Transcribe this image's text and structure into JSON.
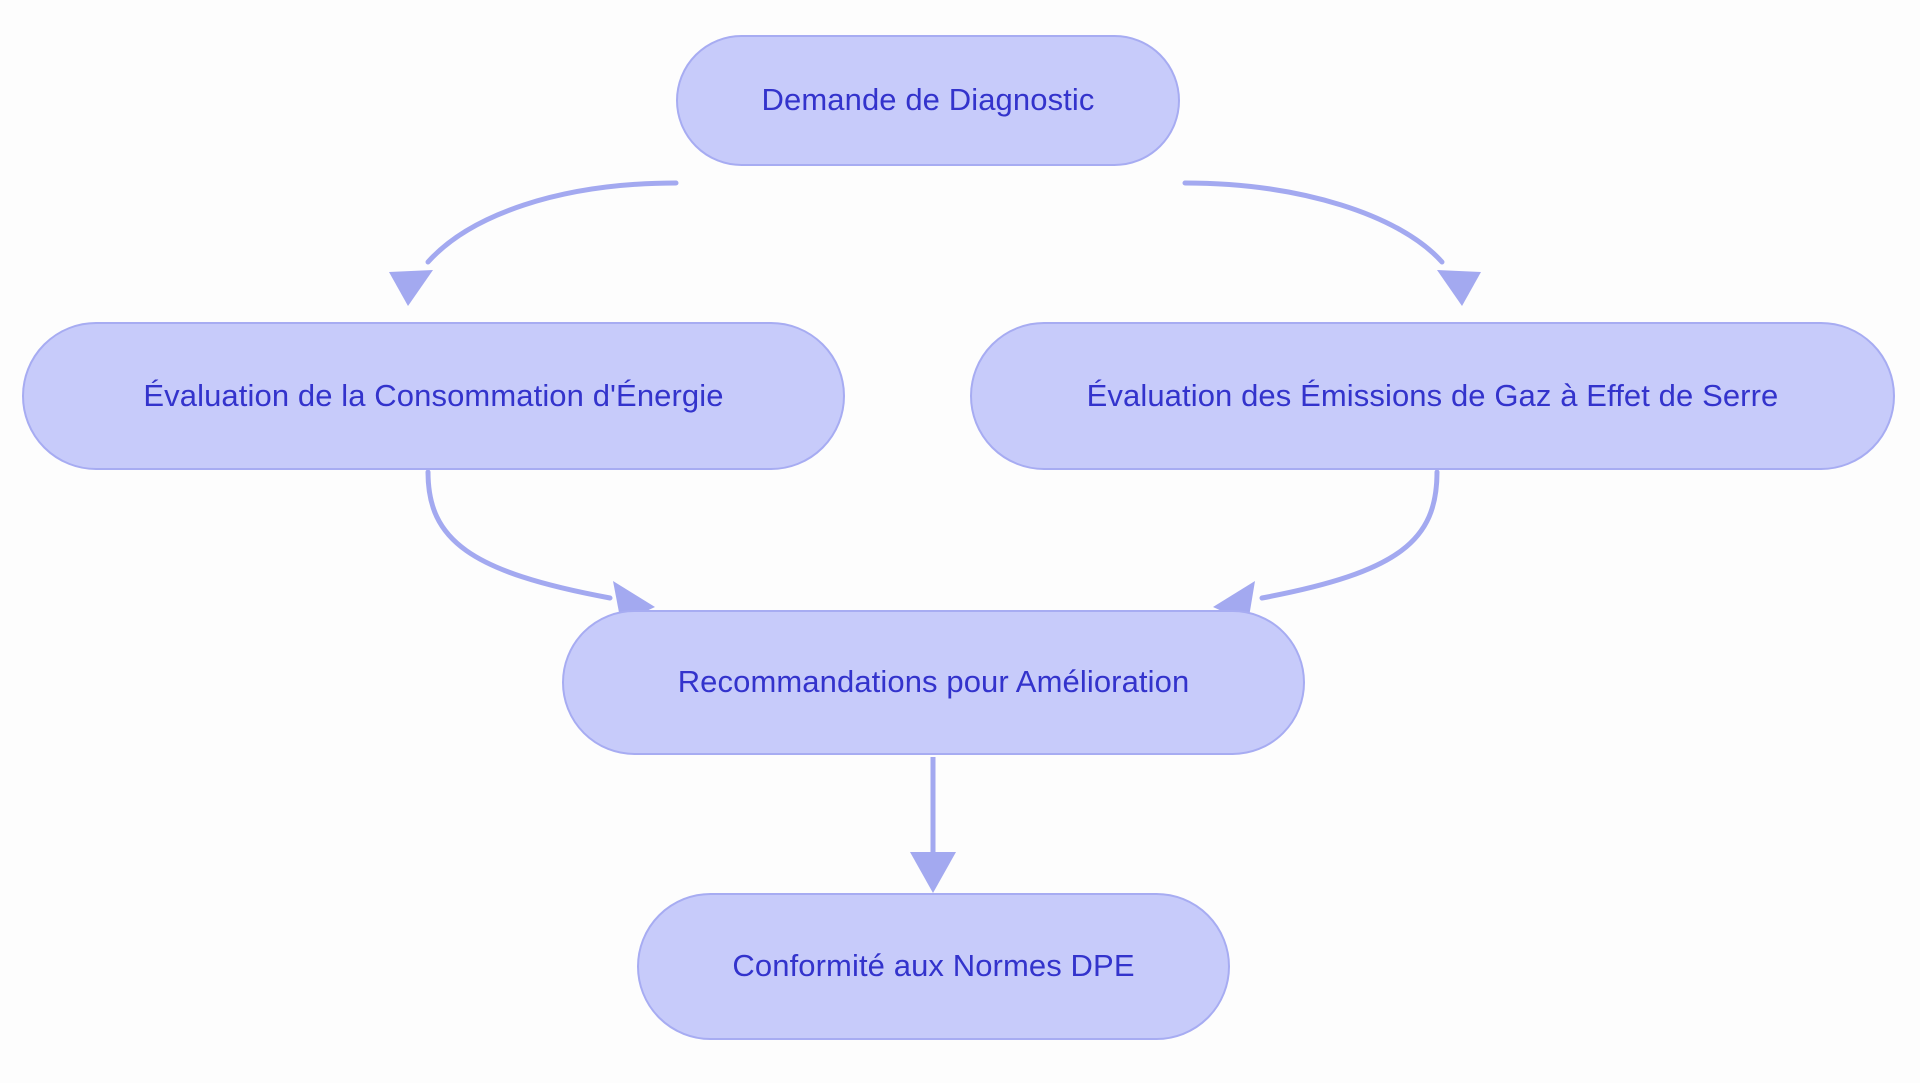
{
  "diagram": {
    "type": "flowchart",
    "title": "",
    "direction": "top-to-bottom",
    "theme": {
      "background": "#fdfdfd",
      "node_fill": "#c7cbfa",
      "node_border": "#a7acf2",
      "node_text": "#3333cc",
      "edge_color": "#a3a9f0"
    },
    "nodes": [
      {
        "id": "request",
        "label": "Demande de Diagnostic"
      },
      {
        "id": "energy",
        "label": "Évaluation de la Consommation d'Énergie"
      },
      {
        "id": "emissions",
        "label": "Évaluation des Émissions de Gaz à Effet de Serre"
      },
      {
        "id": "recommend",
        "label": "Recommandations pour Amélioration"
      },
      {
        "id": "compliance",
        "label": "Conformité aux Normes DPE"
      }
    ],
    "edges": [
      {
        "id": "e1",
        "from": "request",
        "to": "energy",
        "label": ""
      },
      {
        "id": "e2",
        "from": "request",
        "to": "emissions",
        "label": ""
      },
      {
        "id": "e3",
        "from": "energy",
        "to": "recommend",
        "label": ""
      },
      {
        "id": "e4",
        "from": "emissions",
        "to": "recommend",
        "label": ""
      },
      {
        "id": "e5",
        "from": "recommend",
        "to": "compliance",
        "label": ""
      }
    ]
  }
}
